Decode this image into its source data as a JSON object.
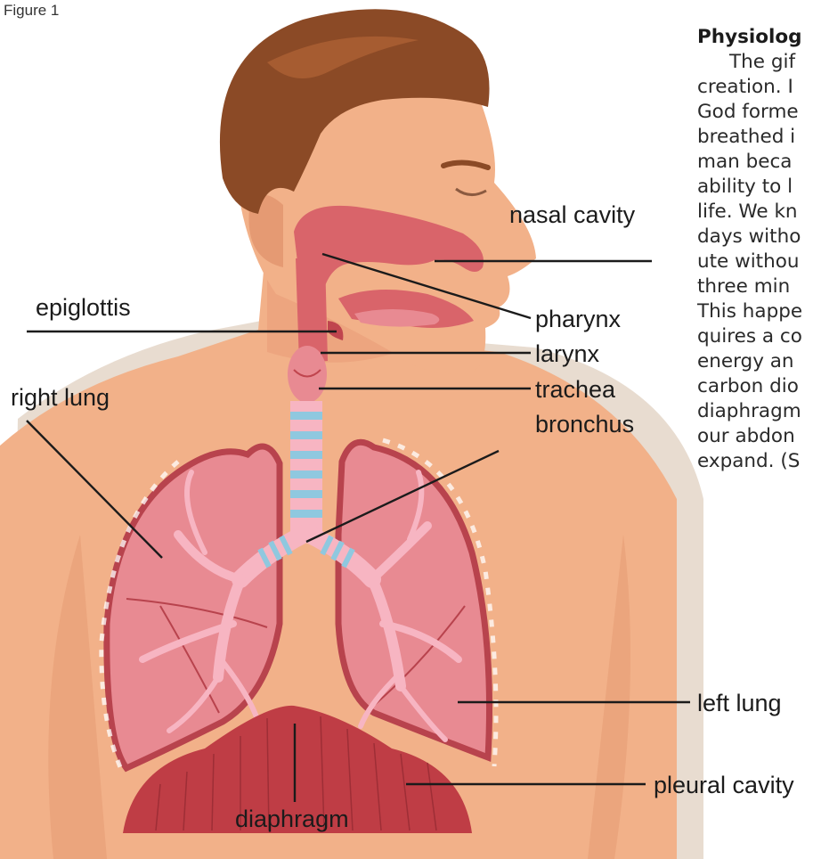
{
  "figure": {
    "caption": "Figure 1",
    "labels": {
      "nasal_cavity": "nasal cavity",
      "epiglottis": "epiglottis",
      "pharynx": "pharynx",
      "larynx": "larynx",
      "trachea": "trachea",
      "bronchus": "bronchus",
      "right_lung": "right lung",
      "left_lung": "left lung",
      "pleural_cavity": "pleural cavity",
      "diaphragm": "diaphragm"
    },
    "colors": {
      "skin": "#f2b189",
      "skin_shadow": "#e59a73",
      "hair": "#8b4a26",
      "airway": "#d9646a",
      "lung": "#e88a92",
      "lung_outline": "#b8434d",
      "bronchi": "#f7b5c2",
      "trachea_rings": "#8fc8df",
      "diaphragm": "#bf3d45"
    }
  },
  "article": {
    "heading": "Physiolog",
    "lines": [
      "The gif",
      "creation. I",
      "God forme",
      "breathed i",
      "man beca",
      "ability to l",
      "life. We kn",
      "days witho",
      "ute withou",
      "three min",
      "This happe",
      "quires a co",
      "energy an",
      "carbon dio",
      "diaphragm",
      "our abdon",
      "expand. (S"
    ]
  }
}
